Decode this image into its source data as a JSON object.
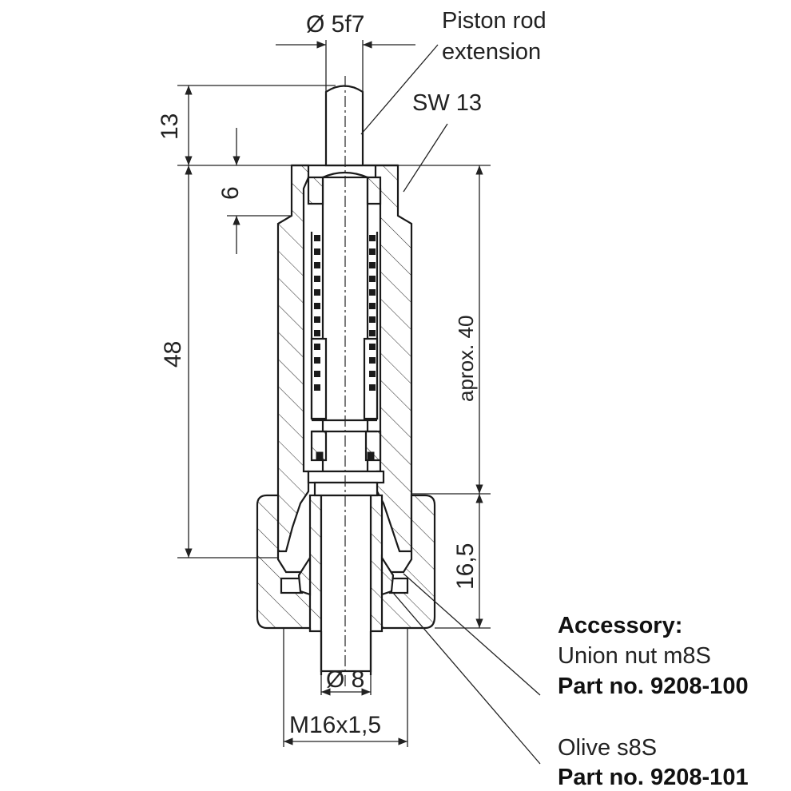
{
  "dimensions": {
    "rod_diameter": "Ø 5f7",
    "top_13": "13",
    "top_6": "6",
    "height_48": "48",
    "approx_40": "aprox. 40",
    "height_16_5": "16,5",
    "pipe_diameter": "Ø 8",
    "thread": "M16x1,5"
  },
  "labels": {
    "piston_rod_line1": "Piston rod",
    "piston_rod_line2": "extension",
    "wrench": "SW 13"
  },
  "accessories": {
    "heading": "Accessory:",
    "item1_name": "Union nut m8S",
    "item1_part": "Part no. 9208-100",
    "item2_name": "Olive s8S",
    "item2_part": "Part no. 9208-101"
  },
  "colors": {
    "line": "#1a1a1a",
    "background": "#ffffff"
  }
}
